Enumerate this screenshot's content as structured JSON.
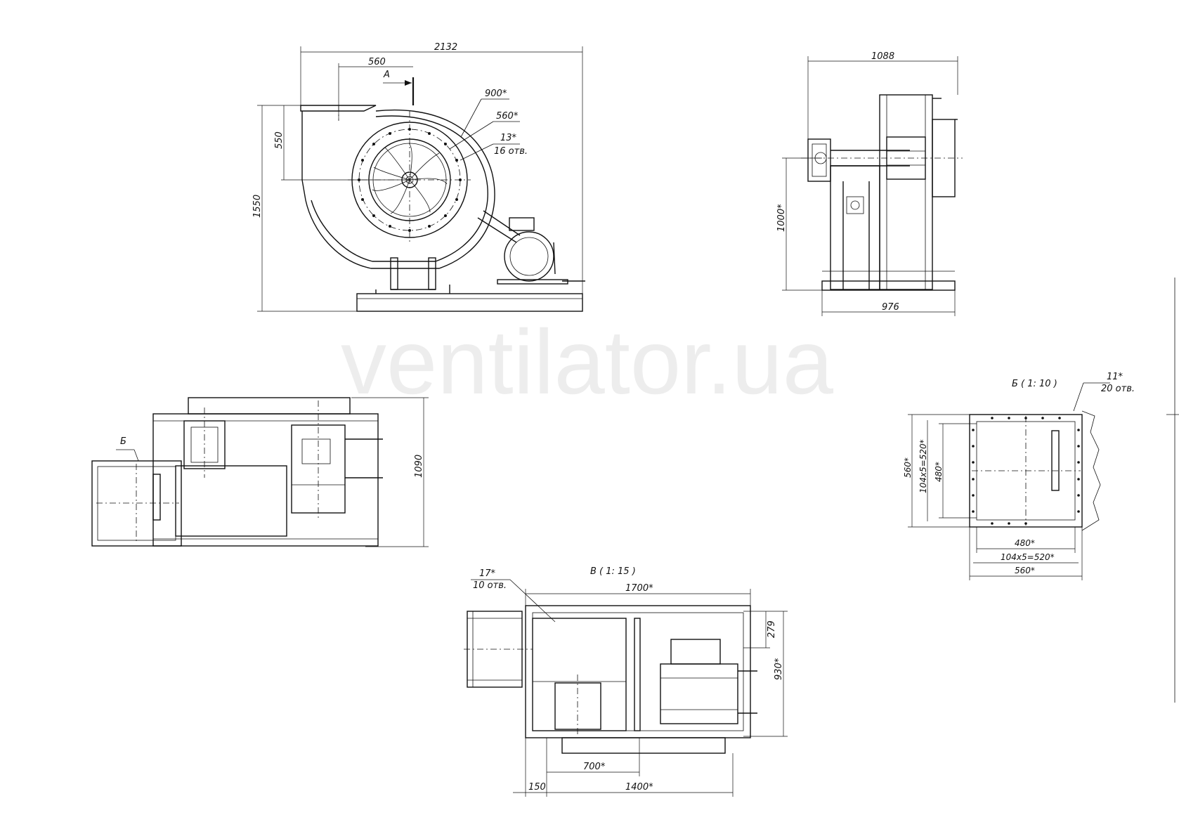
{
  "watermark": "ventilator.ua",
  "front_view": {
    "width": "2132",
    "inlet_offset": "560",
    "section_mark": "A",
    "height": "1550",
    "inlet_height": "550",
    "flange_dia": "900*",
    "inner_dia": "560*",
    "hole_dia": "13*",
    "hole_count": "16 отв."
  },
  "side_view": {
    "width": "1088",
    "base_width": "976",
    "axis_height": "1000*"
  },
  "top_view": {
    "flange_mark": "Б",
    "depth": "1090"
  },
  "detail_b": {
    "title": "Б ( 1: 10 )",
    "hole_dia": "11*",
    "hole_count": "20 отв.",
    "outer_v": "560*",
    "pitch_v": "104x5=520*",
    "inner_v": "480*",
    "inner_h": "480*",
    "pitch_h": "104x5=520*",
    "outer_h": "560*"
  },
  "view_v": {
    "title": "В ( 1: 15 )",
    "hole_dia": "17*",
    "hole_count": "10 отв.",
    "length": "1700*",
    "offset_top": "279",
    "depth": "930*",
    "spacing": "700*",
    "edge": "150",
    "base_length": "1400*"
  }
}
